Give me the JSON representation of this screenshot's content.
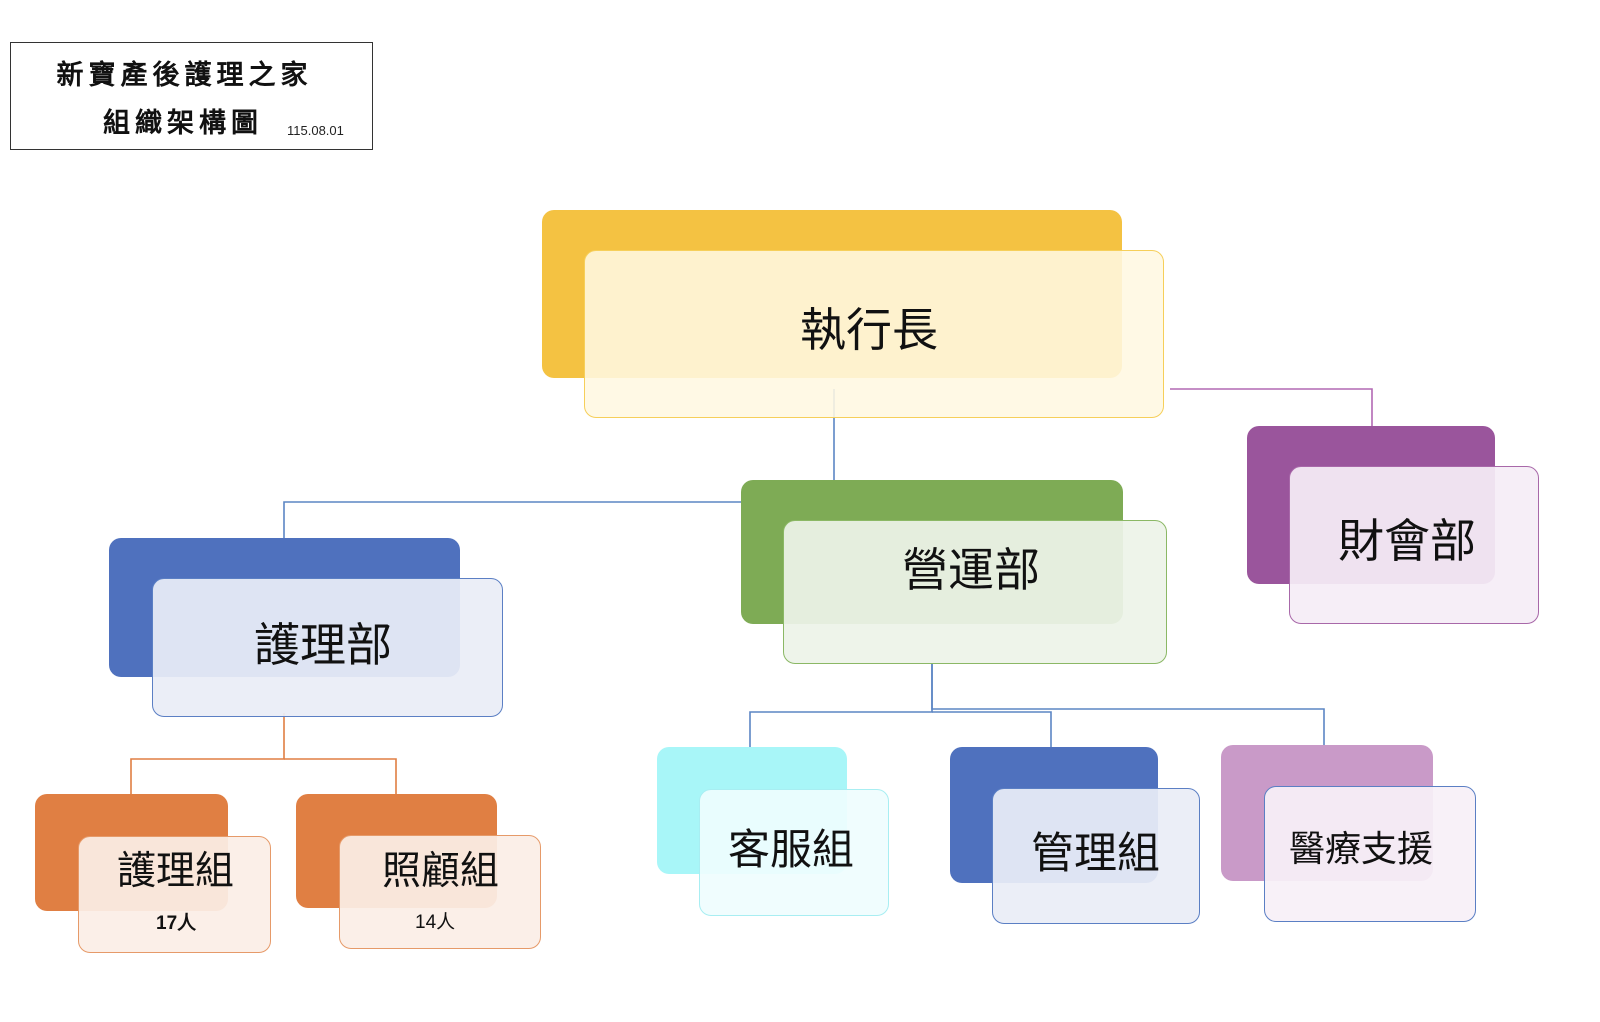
{
  "title": {
    "line1": "新寶產後護理之家",
    "line2": "組織架構圖",
    "date": "115.08.01"
  },
  "colors": {
    "ceo": "#f4c242",
    "finance": "#9a559c",
    "operations": "#7eab55",
    "nursing": "#4f71be",
    "nursing_team": "#e07f43",
    "care_team": "#e07f43",
    "customer_service": "#a8f6f8",
    "management": "#4f71be",
    "medical_support": "#c99ac8"
  },
  "nodes": {
    "ceo": {
      "label": "執行長"
    },
    "finance": {
      "label": "財會部"
    },
    "operations": {
      "label": "營運部"
    },
    "nursing": {
      "label": "護理部"
    },
    "nursing_team": {
      "label": "護理組",
      "count": "17人"
    },
    "care_team": {
      "label": "照顧組",
      "count": "14人"
    },
    "customer_service": {
      "label": "客服組"
    },
    "management": {
      "label": "管理組"
    },
    "medical_support": {
      "label": "醫療支援"
    }
  }
}
